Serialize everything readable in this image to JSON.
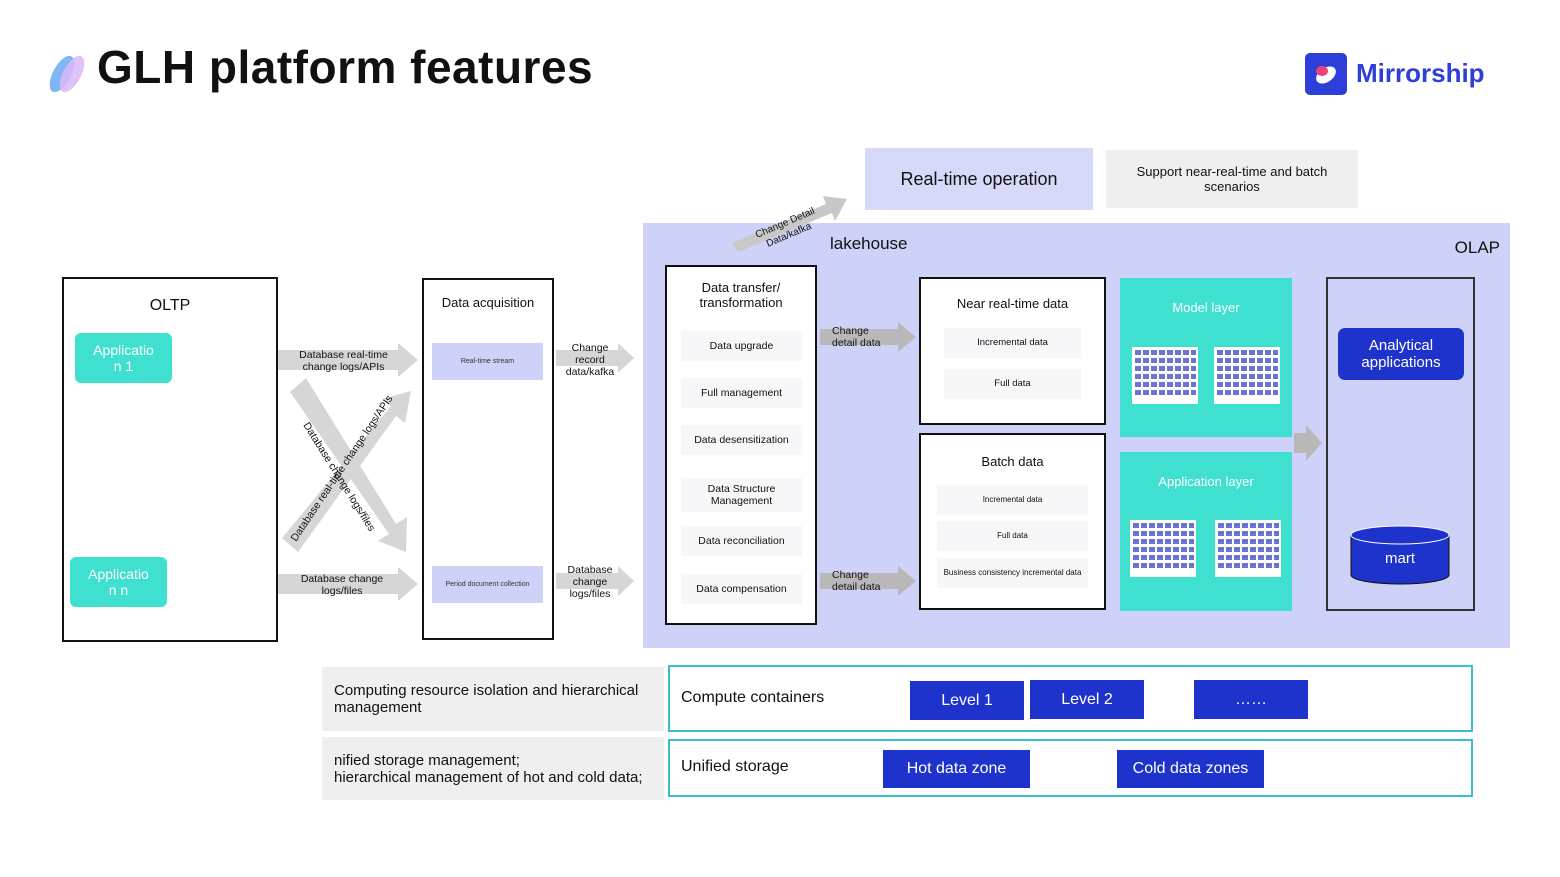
{
  "page_title": "GLH platform features",
  "brand": {
    "name": "Mirrorship"
  },
  "colors": {
    "accent_navy": "#1e33cc",
    "accent_cyan": "#3fe0cf",
    "lavender": "#cfd2f8"
  },
  "oltp": {
    "title": "OLTP",
    "app1": "Applicatio\nn 1",
    "appn": "Applicatio\nn n"
  },
  "arrows": {
    "db_realtime": "Database real-time\nchange logs/APIs",
    "db_change_files": "Database change\nlogs/files",
    "cross_a": "Database real-time change logs/APIs",
    "cross_b": "Database change logs/files",
    "change_record": "Change\nrecord\ndata/kafka",
    "db_change_logs": "Database\nchange\nlogs/files",
    "change_detail_kafka": "Change Detail\nData/kafka",
    "change_detail_1": "Change\ndetail data",
    "change_detail_2": "Change\ndetail data"
  },
  "acquisition": {
    "title": "Data acquisition",
    "realtime_stream": "Real-time stream",
    "period_collection": "Period document collection"
  },
  "realtime_op": {
    "label": "Real-time operation",
    "support": "Support near-real-time and batch\nscenarios"
  },
  "lakehouse": {
    "title": "lakehouse",
    "olap": "OLAP",
    "transfer": {
      "title": "Data transfer/\ntransformation",
      "items": [
        "Data upgrade",
        "Full management",
        "Data desensitization",
        "Data Structure\nManagement",
        "Data reconciliation",
        "Data compensation"
      ]
    },
    "near_realtime": {
      "title": "Near real-time data",
      "items": [
        "Incremental data",
        "Full data"
      ]
    },
    "batch": {
      "title": "Batch data",
      "items": [
        "Incremental data",
        "Full data",
        "Business consistency incremental data"
      ]
    },
    "model_layer": "Model layer",
    "application_layer": "Application layer",
    "analytical": "Analytical\napplications",
    "mart": "mart"
  },
  "compute": {
    "left_label": "Computing resource isolation and hierarchical\nmanagement",
    "title": "Compute containers",
    "levels": [
      "Level 1",
      "Level 2",
      "……"
    ]
  },
  "storage": {
    "left_label": "nified storage management;\nhierarchical management of hot and cold data;",
    "title": "Unified storage",
    "hot": "Hot data zone",
    "cold": "Cold data zones"
  }
}
